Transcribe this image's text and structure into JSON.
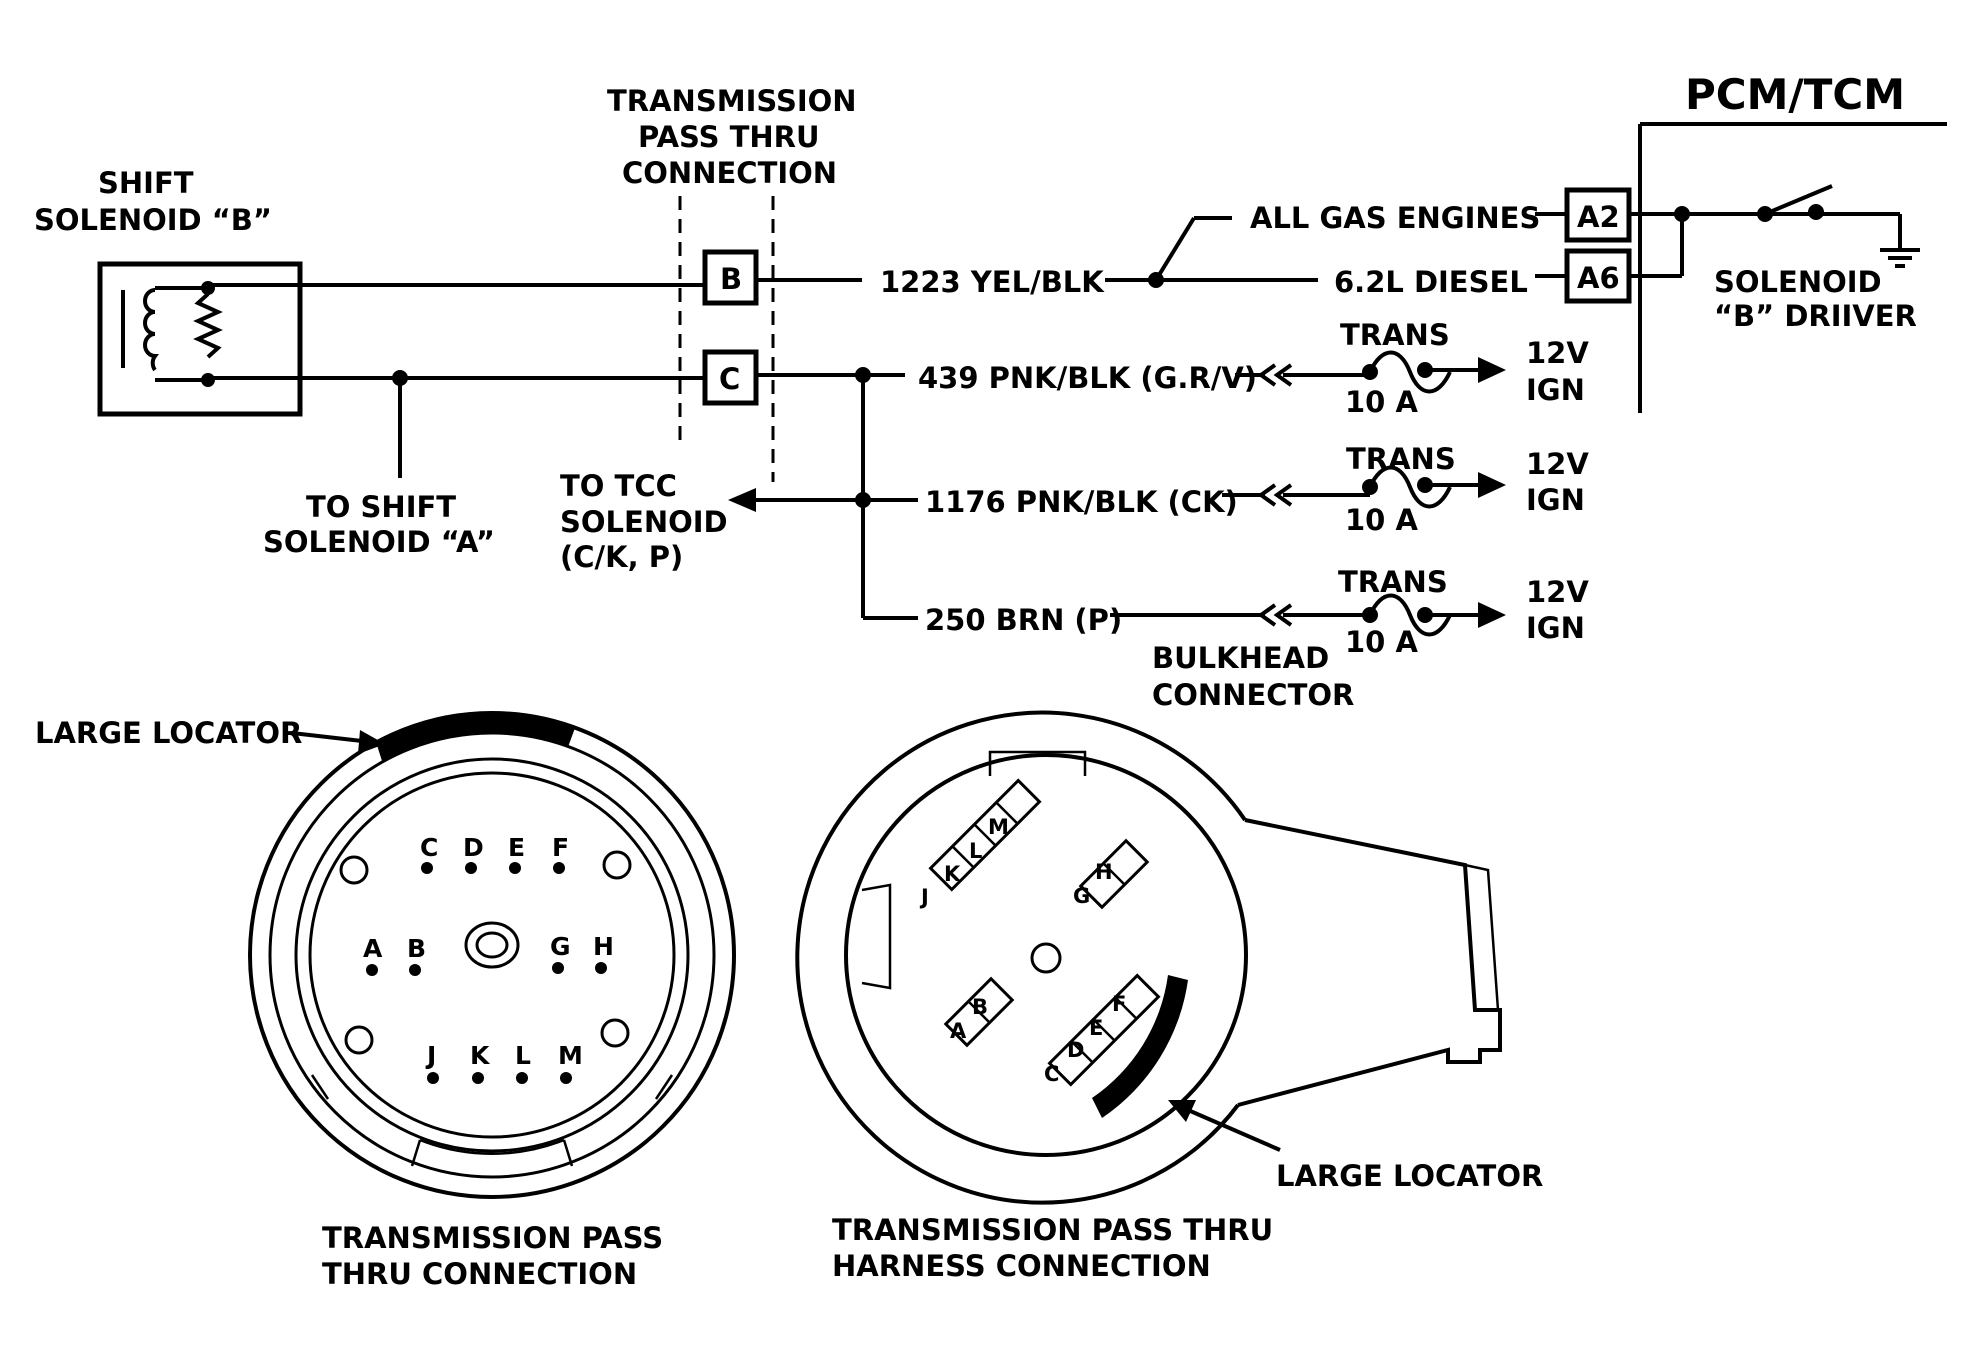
{
  "labels": {
    "pcm_tcm": "PCM/TCM",
    "pass_thru_line1": "TRANSMISSION",
    "pass_thru_line2": "PASS THRU",
    "pass_thru_line3": "CONNECTION",
    "shift_solenoid_b_line1": "SHIFT",
    "shift_solenoid_b_line2": "SOLENOID  “B”",
    "to_shift_a_line1": "TO SHIFT",
    "to_shift_a_line2": "SOLENOID “A”",
    "to_tcc_line1": "TO TCC",
    "to_tcc_line2": "SOLENOID",
    "to_tcc_line3": "(C/K, P)",
    "all_gas_engines": "ALL GAS ENGINES",
    "diesel": "6.2L DIESEL",
    "solenoid_driver_line1": "SOLENOID",
    "solenoid_driver_line2": "“B” DRIIVER",
    "bulkhead_line1": "BULKHEAD",
    "bulkhead_line2": "CONNECTOR",
    "large_locator_left": "LARGE LOCATOR",
    "large_locator_right": "LARGE LOCATOR",
    "left_caption_line1": "TRANSMISSION PASS",
    "left_caption_line2": "THRU CONNECTION",
    "right_caption_line1": "TRANSMISSION PASS THRU",
    "right_caption_line2": "HARNESS CONNECTION"
  },
  "terminals": {
    "b": "B",
    "c": "C",
    "a2": "A2",
    "a6": "A6"
  },
  "wires": {
    "w1223": "1223 YEL/BLK",
    "w439": "439 PNK/BLK (G.R/V)",
    "w1176": "1176 PNK/BLK (CK)",
    "w250": "250 BRN (P)"
  },
  "fuses": [
    {
      "name": "TRANS",
      "rating": "10 A",
      "supply_line1": "12V",
      "supply_line2": "IGN"
    },
    {
      "name": "TRANS",
      "rating": "10 A",
      "supply_line1": "12V",
      "supply_line2": "IGN"
    },
    {
      "name": "TRANS",
      "rating": "10 A",
      "supply_line1": "12V",
      "supply_line2": "IGN"
    }
  ],
  "connector_left_pins": {
    "top_row": [
      "C",
      "D",
      "E",
      "F"
    ],
    "middle_left": [
      "A",
      "B"
    ],
    "middle_right": [
      "G",
      "H"
    ],
    "bottom_row": [
      "J",
      "K",
      "L",
      "M"
    ]
  },
  "connector_right_pins": {
    "group_jklm": [
      "J",
      "K",
      "L",
      "M"
    ],
    "group_gh": [
      "G",
      "H"
    ],
    "group_ab": [
      "A",
      "B"
    ],
    "group_cdef": [
      "C",
      "D",
      "E",
      "F"
    ]
  }
}
